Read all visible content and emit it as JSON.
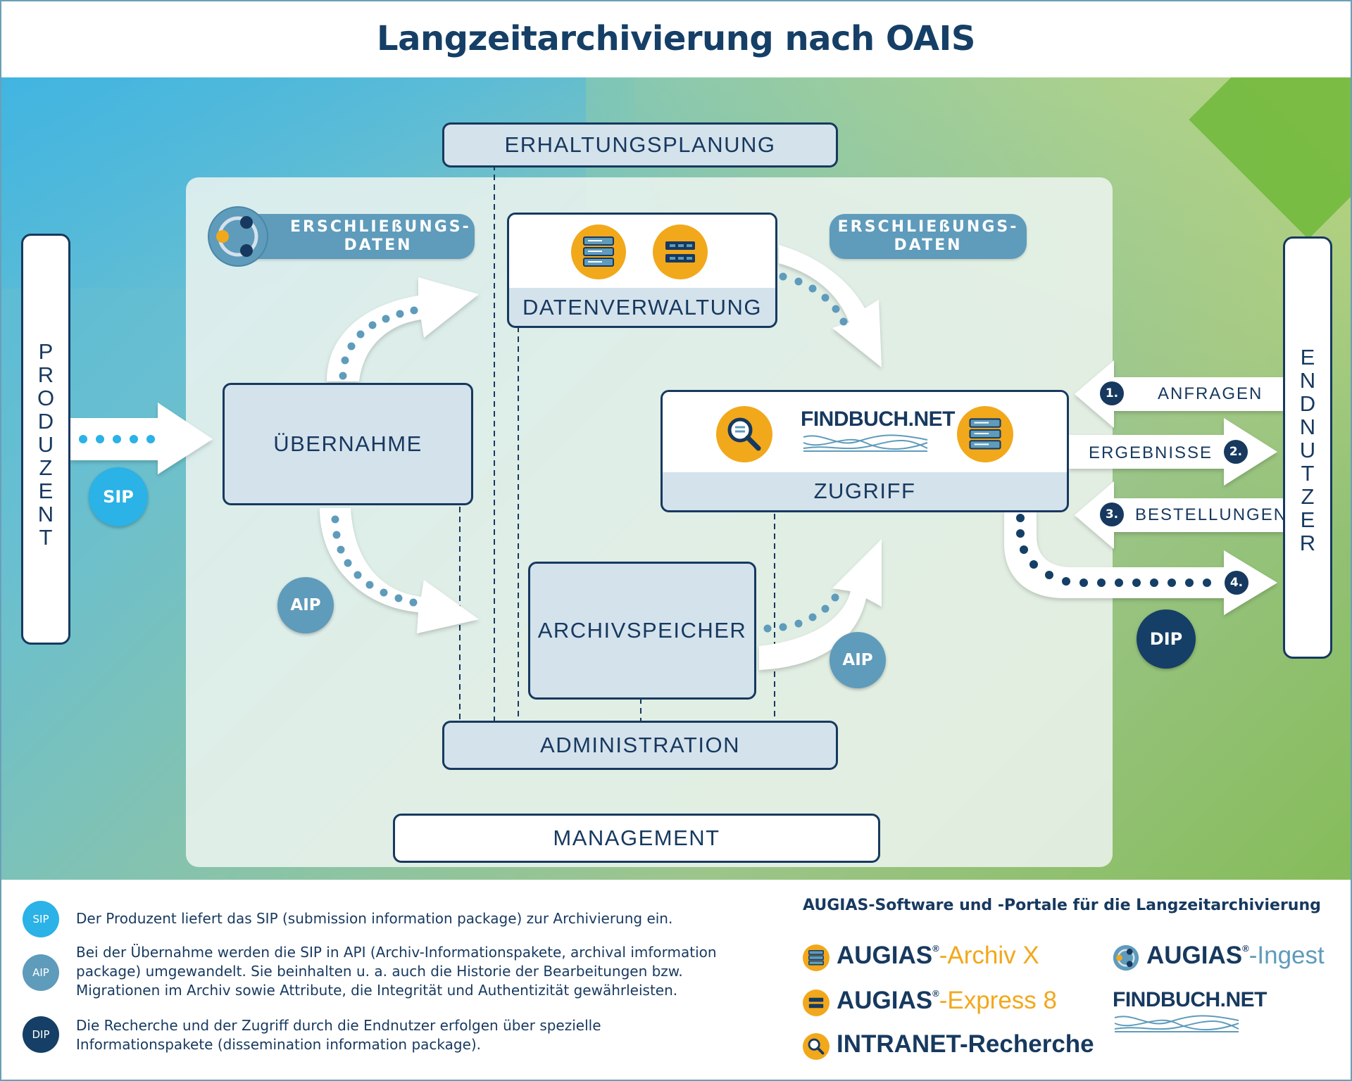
{
  "title": "Langzeitarchivierung nach OAIS",
  "sidebars": {
    "produzent": [
      "P",
      "R",
      "O",
      "D",
      "U",
      "Z",
      "E",
      "N",
      "T"
    ],
    "endnutzer": [
      "E",
      "N",
      "D",
      "N",
      "U",
      "T",
      "Z",
      "E",
      "R"
    ]
  },
  "boxes": {
    "erhaltungsplanung": "ERHALTUNGSPLANUNG",
    "datenverwaltung": "DATENVERWALTUNG",
    "uebernahme": "ÜBERNAHME",
    "zugriff": "ZUGRIFF",
    "archivspeicher": "ARCHIVSPEICHER",
    "administration": "ADMINISTRATION",
    "management": "MANAGEMENT"
  },
  "pills": {
    "erschliessung_left": [
      "ERSCHLIEßUNGS-",
      "DATEN"
    ],
    "erschliessung_right": [
      "ERSCHLIEßUNGS-",
      "DATEN"
    ]
  },
  "badges": {
    "sip": "SIP",
    "aip_left": "AIP",
    "aip_right": "AIP",
    "dip": "DIP"
  },
  "flows": {
    "anfragen": {
      "num": "1.",
      "label": "ANFRAGEN"
    },
    "ergebnisse": {
      "num": "2.",
      "label": "ERGEBNISSE"
    },
    "bestellungen": {
      "num": "3.",
      "label": "BESTELLUNGEN"
    },
    "dip_flow": {
      "num": "4."
    }
  },
  "findbuch_logo": "FINDBUCH.NET",
  "legend": [
    {
      "badge": "SIP",
      "color": "#2bb2e6",
      "text": [
        "Der Produzent liefert das SIP (submission information package) zur Archivierung ein."
      ]
    },
    {
      "badge": "AIP",
      "color": "#5f9bbb",
      "text": [
        "Bei der Übernahme werden die SIP in API (Archiv-Informationspakete, archival imformation",
        "package) umgewandelt. Sie beinhalten u. a. auch die Historie der Bearbeitungen bzw.",
        "Migrationen im Archiv sowie Attribute, die Integrität und Authentizität gewährleisten."
      ]
    },
    {
      "badge": "DIP",
      "color": "#153f66",
      "text": [
        "Die Recherche und der Zugriff durch die Endnutzer erfolgen über spezielle",
        "Informationspakete (dissemination information package)."
      ]
    }
  ],
  "brands": {
    "heading": "AUGIAS-Software und -Portale für die Langzeitarchivierung",
    "archiv_x": {
      "main": "AUGIAS",
      "reg": "®",
      "suffix": "-Archiv X"
    },
    "express": {
      "main": "AUGIAS",
      "reg": "®",
      "suffix": "-Express 8"
    },
    "intranet": {
      "main": "INTRANET-Recherche"
    },
    "ingest": {
      "main": "AUGIAS",
      "reg": "®",
      "suffix": "-Ingest"
    },
    "findbuch": "FINDBUCH.NET"
  },
  "colors": {
    "navy": "#17395f",
    "sip_blue": "#2bb2e6",
    "aip_blue": "#5f9bbb",
    "dip_navy": "#153f66",
    "icon_orange": "#f2a81b"
  }
}
